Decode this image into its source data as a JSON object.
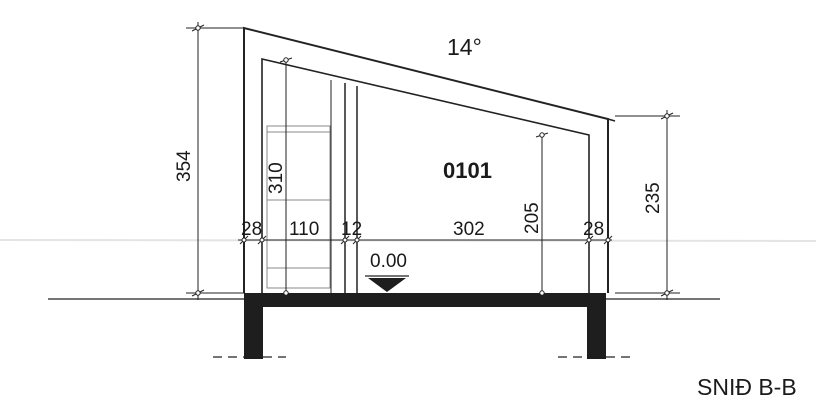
{
  "section": {
    "title": "SNIÐ B-B",
    "roof_pitch": "14°",
    "room_number": "0101",
    "floor_level": "0.00"
  },
  "dimensions": {
    "total_height": "354",
    "inner_height": "310",
    "eave_height": "235",
    "ceiling_low": "205",
    "wall_left": "28",
    "span_1": "110",
    "partition": "12",
    "span_2": "302",
    "wall_right": "28"
  }
}
